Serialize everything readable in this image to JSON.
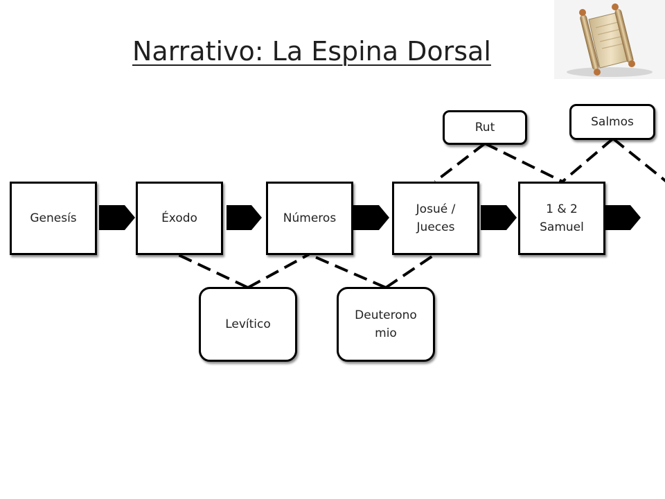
{
  "title": "Narrativo:  La Espina Dorsal",
  "icon": "scroll-icon",
  "colors": {
    "border": "#000000",
    "arrow": "#000000",
    "background": "#ffffff",
    "text": "#222222"
  },
  "backbone": [
    {
      "id": "genesis",
      "label": "Genesís"
    },
    {
      "id": "exodo",
      "label": "Éxodo"
    },
    {
      "id": "numeros",
      "label": "Números"
    },
    {
      "id": "josue-jueces",
      "label": "Josué /\nJueces"
    },
    {
      "id": "samuel",
      "label": "1 & 2\nSamuel"
    }
  ],
  "branches_above": [
    {
      "id": "rut",
      "label": "Rut"
    },
    {
      "id": "salmos",
      "label": "Salmos"
    }
  ],
  "branches_below": [
    {
      "id": "levitico",
      "label": "Levítico"
    },
    {
      "id": "deuteronomio",
      "label": "Deuterono\nmio"
    }
  ]
}
